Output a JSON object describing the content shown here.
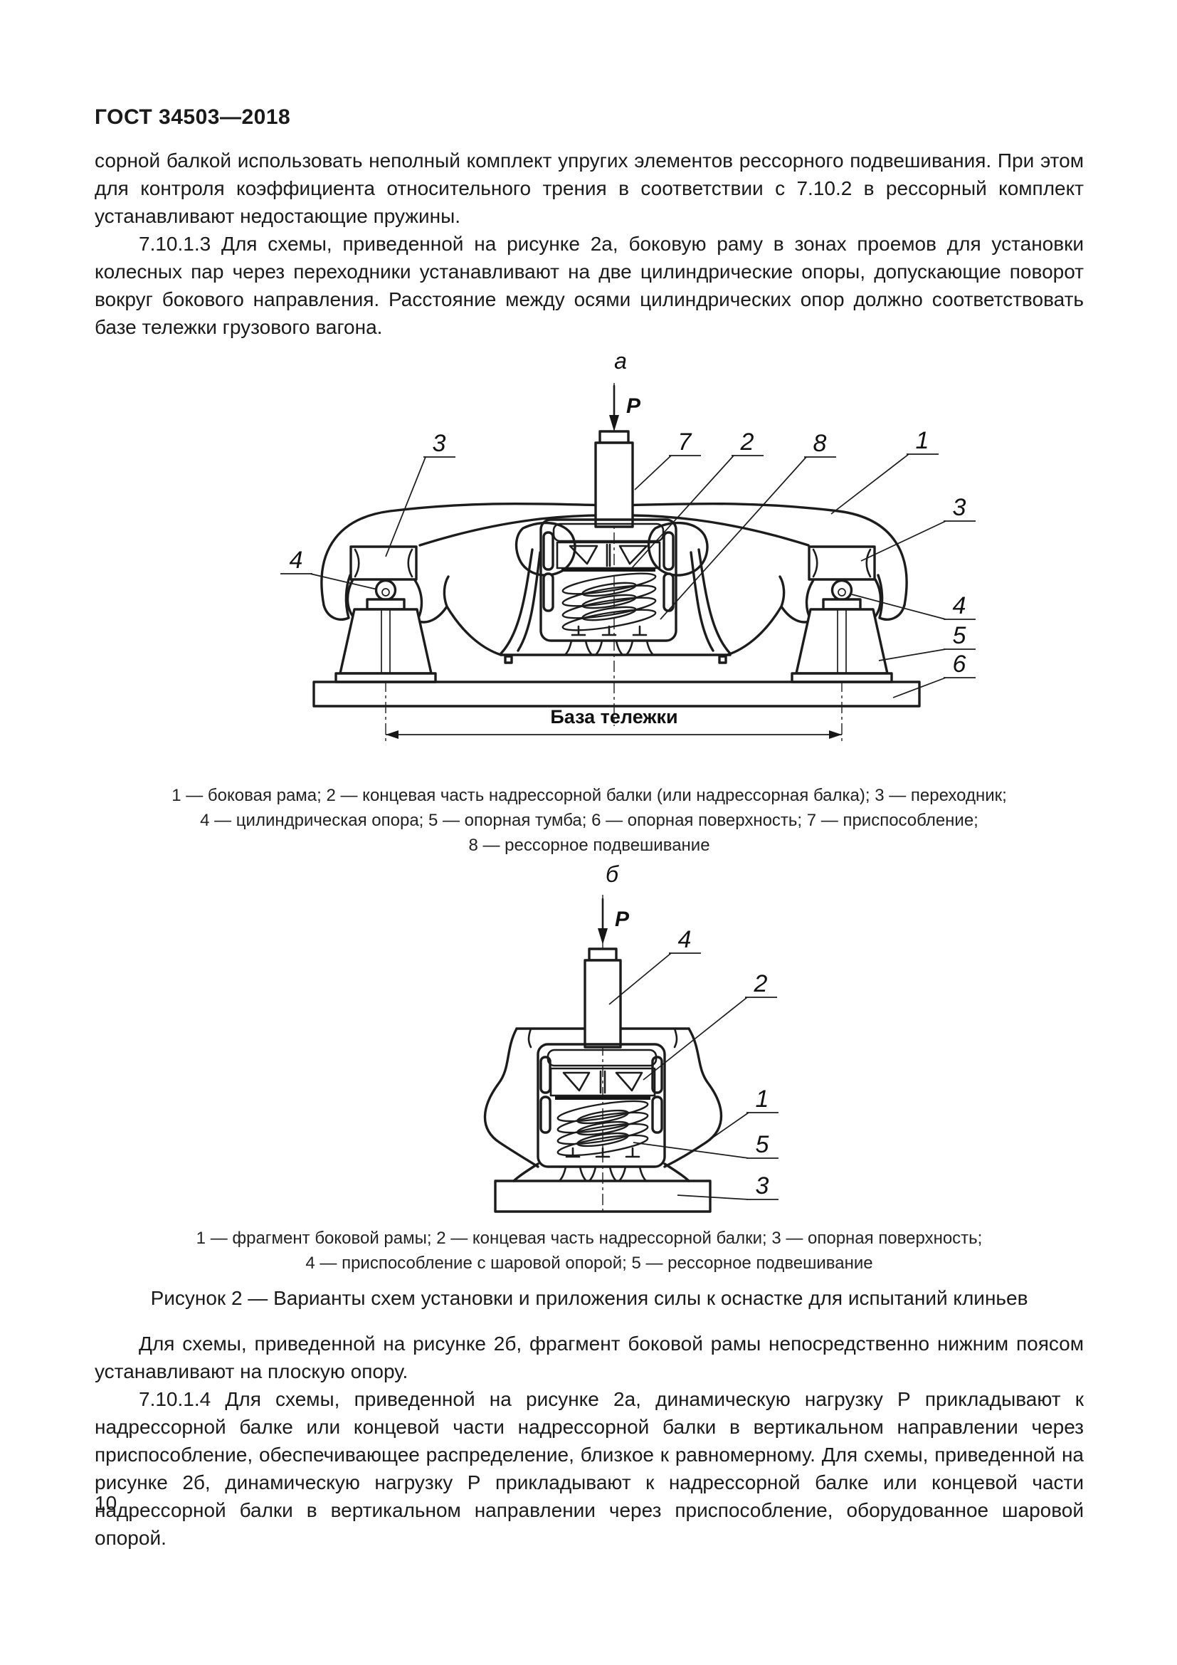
{
  "page": {
    "header": "ГОСТ 34503—2018",
    "page_number": "10"
  },
  "body": {
    "p1": "сорной балкой использовать неполный комплект упругих элементов рессорного подвешивания. При этом для контроля коэффициента относительного трения в соответствии с 7.10.2 в рессорный комплект устанавливают недостающие пружины.",
    "p2": "7.10.1.3 Для схемы, приведенной на рисунке 2а, боковую раму в зонах проемов для установки колесных пар через переходники устанавливают на две цилиндрические опоры, допускающие поворот вокруг бокового направления. Расстояние между осями цилиндрических опор должно соответствовать базе тележки грузового вагона.",
    "p3": "Для схемы, приведенной на рисунке 2б, фрагмент боковой рамы непосредственно нижним поясом устанавливают на плоскую опору.",
    "p4": "7.10.1.4 Для схемы, приведенной на рисунке 2а, динамическую нагрузку Р прикладывают к надрессорной балке или концевой части надрессорной балки в вертикальном направлении через приспособление, обеспечивающее распределение, близкое к равномерному. Для схемы, приведенной на рисунке 2б, динамическую нагрузку Р прикладывают к надрессорной балке или концевой части надрессорной балки в вертикальном направлении через приспособление, оборудованное шаровой опорой."
  },
  "figure_a": {
    "label": "а",
    "force": "P",
    "dimension": "База тележки",
    "callouts": {
      "adapter_top_left": "3",
      "device": "7",
      "bolster": "2",
      "suspension": "8",
      "frame": "1",
      "adapter_right": "3",
      "support_left": "4",
      "support_right": "4",
      "pedestal": "5",
      "surface": "6"
    }
  },
  "figure_b": {
    "label": "б",
    "force": "P",
    "callouts": {
      "device": "4",
      "bolster": "2",
      "frame": "1",
      "suspension": "5",
      "surface": "3"
    }
  },
  "caption_a": {
    "line1": "1 — боковая рама; 2 — концевая часть надрессорной балки (или надрессорная балка); 3 — переходник;",
    "line2": "4 — цилиндрическая опора; 5 — опорная тумба; 6 — опорная поверхность; 7 — приспособление;",
    "line3": "8 — рессорное подвешивание"
  },
  "caption_b": {
    "line1": "1 — фрагмент боковой рамы; 2 — концевая часть надрессорной балки; 3 — опорная поверхность;",
    "line2": "4 — приспособление с шаровой опорой; 5 — рессорное подвешивание"
  },
  "figure_caption": "Рисунок 2 — Варианты схем установки и приложения силы к оснастке для испытаний клиньев"
}
